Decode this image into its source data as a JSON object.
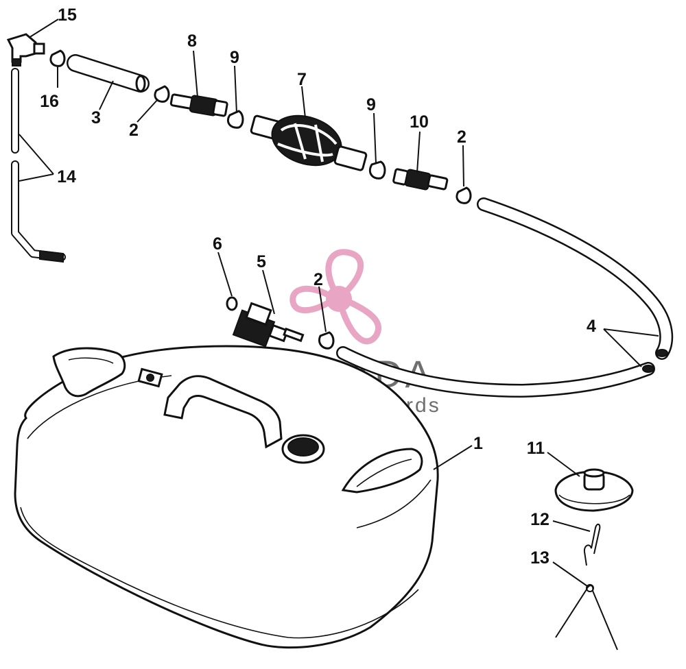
{
  "callouts": {
    "c1": "1",
    "c2a": "2",
    "c2b": "2",
    "c2c": "2",
    "c3": "3",
    "c4": "4",
    "c5": "5",
    "c6": "6",
    "c7": "7",
    "c8": "8",
    "c9a": "9",
    "c9b": "9",
    "c10": "10",
    "c11": "11",
    "c12": "12",
    "c13": "13",
    "c14": "14",
    "c15": "15",
    "c16": "16"
  },
  "watermark": {
    "name": "ARMADA",
    "tagline": "marine outboards",
    "color_pink": "#e8a6c4",
    "color_text": "#6f6f6f"
  }
}
